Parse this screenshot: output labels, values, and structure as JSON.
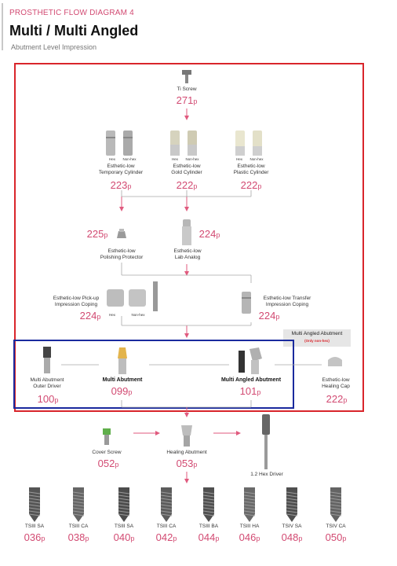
{
  "header": {
    "kicker": "PROSTHETIC FLOW DIAGRAM 4",
    "title": "Multi / Multi Angled",
    "subtitle": "Abutment Level Impression"
  },
  "colors": {
    "accent": "#d24a72",
    "red_box": "#d9252b",
    "blue_box": "#1a2a9e"
  },
  "ti_screw": {
    "label": "Ti Screw",
    "page": "271",
    "suffix": "p"
  },
  "cylinders": [
    {
      "name": "temporary",
      "l1": "Esthetic-low",
      "l2": "Temporary Cylinder",
      "page": "223",
      "hex": "Hex",
      "nonhex": "Non-hex"
    },
    {
      "name": "gold",
      "l1": "Esthetic-low",
      "l2": "Gold Cylinder",
      "page": "222",
      "hex": "Hex",
      "nonhex": "Non-hex"
    },
    {
      "name": "plastic",
      "l1": "Esthetic-low",
      "l2": "Plastic Cylinder",
      "page": "222",
      "hex": "Hex",
      "nonhex": "Non-hex"
    }
  ],
  "polishing": {
    "l1": "Esthetic-low",
    "l2": "Polishing Protector",
    "page": "225"
  },
  "lab_analog": {
    "l1": "Esthetic-low",
    "l2": "Lab Analog",
    "page": "224"
  },
  "pickup": {
    "l1": "Esthetic-low Pick-up",
    "l2": "Impression Coping",
    "page": "224",
    "hex": "Hex",
    "nonhex": "Non-hex"
  },
  "transfer": {
    "l1": "Esthetic-low Transfer",
    "l2": "Impression Coping",
    "page": "224"
  },
  "note": {
    "title": "Multi Angled Abutment",
    "sub": "(Only non-hex)"
  },
  "driver": {
    "l1": "Multi Abutment",
    "l2": "Outer Driver",
    "page": "100"
  },
  "multi": {
    "label": "Multi Abutment",
    "page": "099"
  },
  "multi_angled": {
    "label": "Multi Angled Abutment",
    "page": "101"
  },
  "healing_cap": {
    "l1": "Esthetic-low",
    "l2": "Healing Cap",
    "page": "222"
  },
  "cover_screw": {
    "label": "Cover Screw",
    "page": "052"
  },
  "healing_abutment": {
    "label": "Healing Abutment",
    "page": "053"
  },
  "hex_driver": {
    "label": "1.2 Hex Driver"
  },
  "implants": [
    {
      "label": "TSIII SA",
      "page": "036"
    },
    {
      "label": "TSIII CA",
      "page": "038"
    },
    {
      "label": "TSIII SA",
      "page": "040"
    },
    {
      "label": "TSIII CA",
      "page": "042"
    },
    {
      "label": "TSIII BA",
      "page": "044"
    },
    {
      "label": "TSIII HA",
      "page": "046"
    },
    {
      "label": "TSIV SA",
      "page": "048"
    },
    {
      "label": "TSIV CA",
      "page": "050"
    }
  ]
}
